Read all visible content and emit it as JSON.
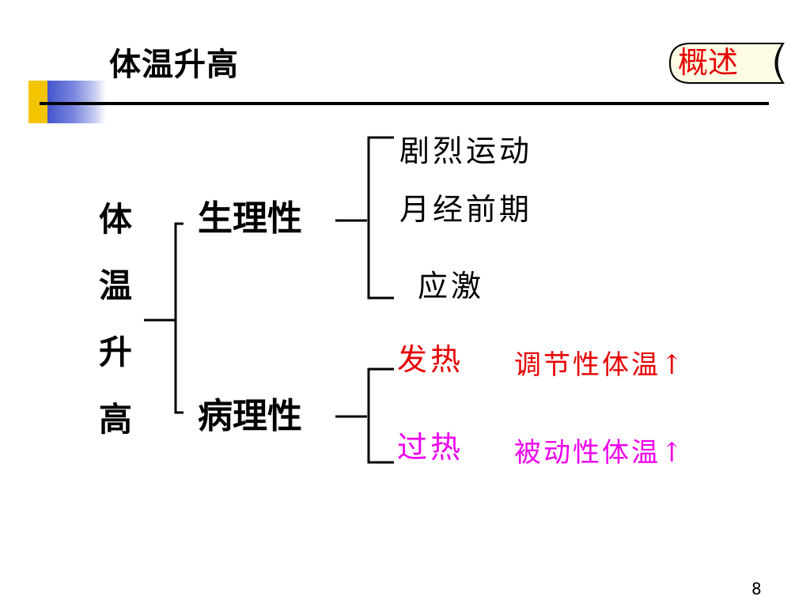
{
  "slide": {
    "title": "体温升高",
    "tab_label": "概述",
    "page_number": "8"
  },
  "root_chars": [
    "体",
    "温",
    "升",
    "高"
  ],
  "categories": {
    "physiological": {
      "label": "生理性",
      "items": [
        "剧烈运动",
        "月经前期",
        "应激"
      ]
    },
    "pathological": {
      "label": "病理性",
      "items": [
        {
          "label": "发热",
          "note": "调节性体温↑",
          "color": "#e60000"
        },
        {
          "label": "过热",
          "note": "被动性体温↑",
          "color": "#ee00ee"
        }
      ]
    }
  },
  "colors": {
    "accent_yellow": "#f5c400",
    "accent_blue": "#4455cc",
    "fever_red": "#e60000",
    "overheat_magenta": "#ee00ee"
  }
}
